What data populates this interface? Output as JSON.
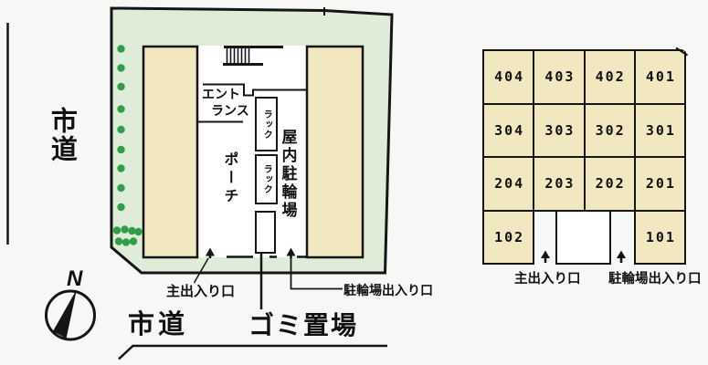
{
  "site_plan": {
    "west_road_label": "市道",
    "south_road_label": "市道",
    "entrance_line1": "エント",
    "entrance_line2": "ランス",
    "porch_label": "ポーチ",
    "indoor_bike_label": "屋内駐輪場",
    "rack1_label": "ラック",
    "rack2_label": "ラック",
    "main_exit_label": "主出入り口",
    "bike_exit_label": "駐輪場出入り口",
    "garbage_label": "ゴミ置場",
    "compass_north": "N"
  },
  "unit_grid": {
    "rows": [
      [
        "404",
        "403",
        "402",
        "401"
      ],
      [
        "304",
        "303",
        "302",
        "301"
      ],
      [
        "204",
        "203",
        "202",
        "201"
      ]
    ],
    "bottom_left_unit": "102",
    "bottom_right_unit": "101",
    "main_exit_label": "主出入り口",
    "bike_exit_label": "駐輪場出入り口"
  },
  "colors": {
    "site_green": "#dfedd8",
    "building_beige": "#f1e8c2",
    "tree_green": "#2f9e44",
    "line_black": "#151515",
    "background": "#f7f7f6"
  }
}
